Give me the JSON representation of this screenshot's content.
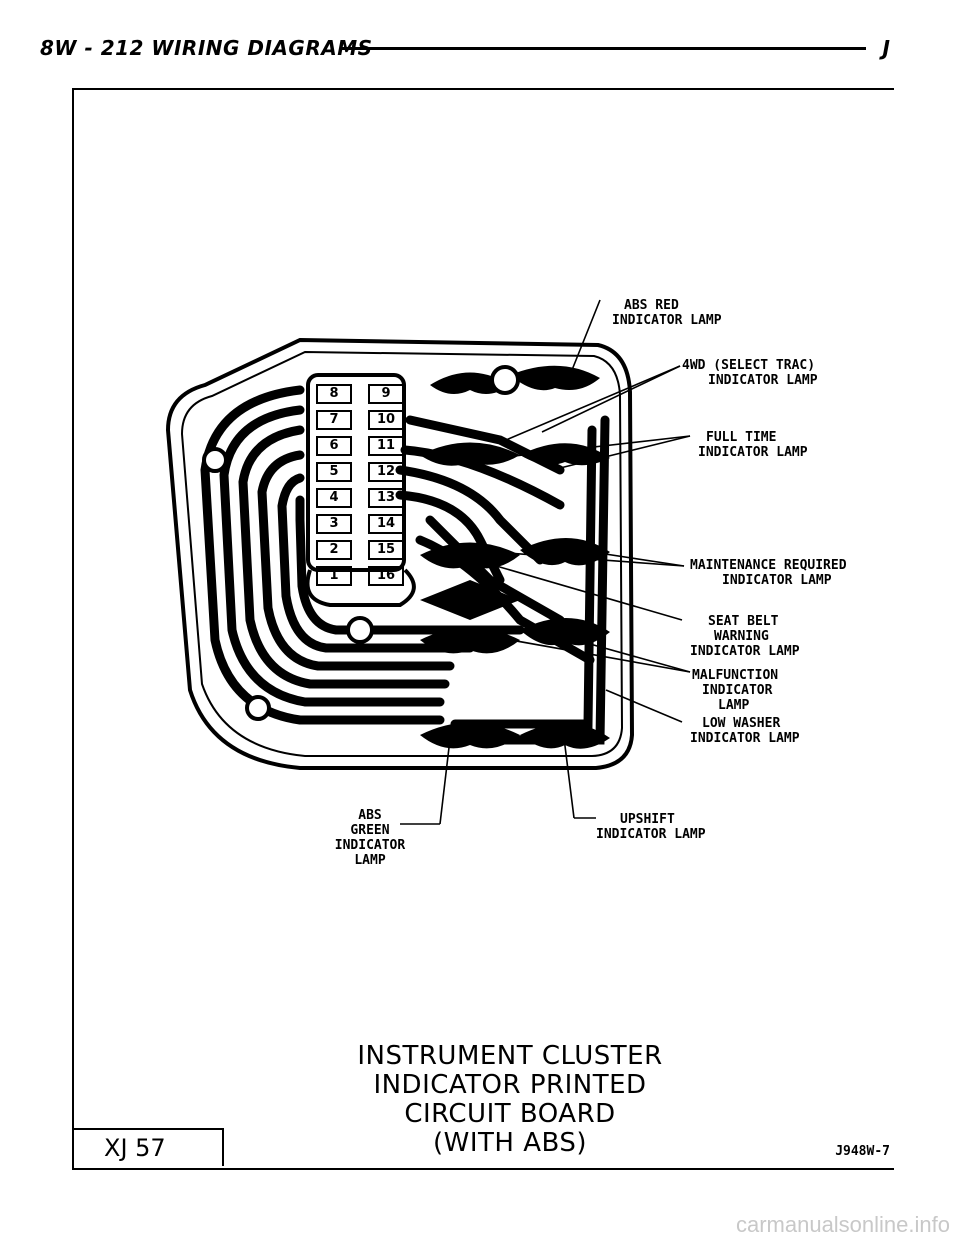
{
  "header": {
    "left": "8W - 212   WIRING DIAGRAMS",
    "right": "J"
  },
  "pins_left": [
    "8",
    "7",
    "6",
    "5",
    "4",
    "3",
    "2",
    "1"
  ],
  "pins_right": [
    "9",
    "10",
    "11",
    "12",
    "13",
    "14",
    "15",
    "16"
  ],
  "labels": {
    "abs_red": [
      "ABS RED",
      "INDICATOR LAMP"
    ],
    "fourwd": [
      "4WD (SELECT TRAC)",
      "INDICATOR LAMP"
    ],
    "full_time": [
      "FULL TIME",
      "INDICATOR LAMP"
    ],
    "maintenance": [
      "MAINTENANCE REQUIRED",
      "INDICATOR LAMP"
    ],
    "seat_belt": [
      "SEAT BELT",
      "WARNING",
      "INDICATOR LAMP"
    ],
    "malfunction": [
      "MALFUNCTION",
      "INDICATOR",
      "LAMP"
    ],
    "low_washer": [
      "LOW WASHER",
      "INDICATOR LAMP"
    ],
    "abs_green": [
      "ABS",
      "GREEN",
      "INDICATOR",
      "LAMP"
    ],
    "upshift": [
      "UPSHIFT",
      "INDICATOR LAMP"
    ]
  },
  "caption": [
    "INSTRUMENT CLUSTER",
    "INDICATOR PRINTED",
    "CIRCUIT BOARD",
    "(WITH ABS)"
  ],
  "page_code": "XJ 57",
  "figure_id": "J948W-7",
  "watermark": "carmanualsonline.info"
}
